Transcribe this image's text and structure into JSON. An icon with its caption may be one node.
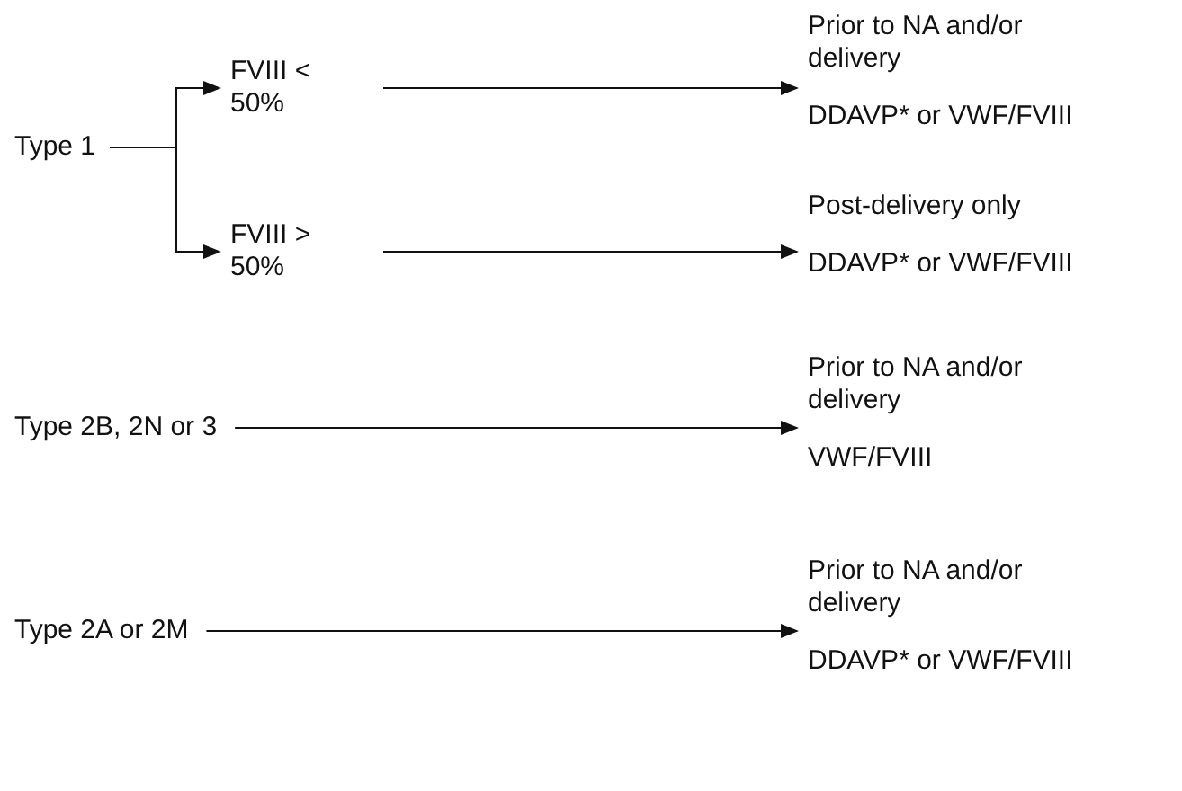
{
  "diagram": {
    "nodes": [
      {
        "text": [
          "Type 1"
        ]
      },
      {
        "text": [
          "FVIII < 50%"
        ]
      },
      {
        "text": [
          "FVIII > 50%"
        ]
      },
      {
        "text": [
          "Prior to NA and/or delivery",
          "DDAVP* or VWF/FVIII"
        ]
      },
      {
        "text": [
          "Post-delivery only",
          "DDAVP* or VWF/FVIII"
        ]
      },
      {
        "text": [
          "Type 2B, 2N or 3"
        ]
      },
      {
        "text": [
          "Prior to NA and/or delivery",
          "VWF/FVIII"
        ]
      },
      {
        "text": [
          "Type 2A or 2M"
        ]
      },
      {
        "text": [
          "Prior to NA and/or delivery",
          "DDAVP* or VWF/FVIII"
        ]
      }
    ],
    "edges": [
      {
        "from": 0,
        "to": 1,
        "arrow": "to"
      },
      {
        "from": 0,
        "to": 2,
        "arrow": "to"
      },
      {
        "from": 1,
        "to": 3,
        "arrow": "to"
      },
      {
        "from": 2,
        "to": 4,
        "arrow": "to"
      },
      {
        "from": 5,
        "to": 6,
        "arrow": "to"
      },
      {
        "from": 7,
        "to": 8,
        "arrow": "to"
      }
    ]
  }
}
